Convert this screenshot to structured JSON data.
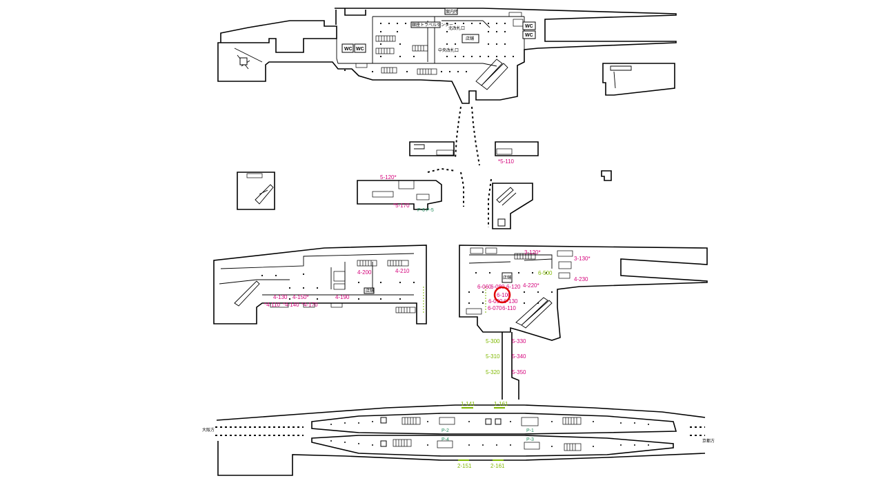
{
  "map": {
    "top": {
      "info": "案内所",
      "north_gate": "北改札口",
      "central_gate": "中央改札口",
      "shop": "店舗",
      "shop2": "銀座トラベルセンター",
      "wc": [
        "WC",
        "WC",
        "WC",
        "WC"
      ]
    },
    "mid_labels": {
      "l_5_110": "*5-110",
      "l_5_120": "5-120*",
      "l_5_170": "*5-170",
      "l_p6p5": "P-6 P-5"
    },
    "lower_left": {
      "l_4_200": "4-200",
      "l_4_210": "4-210",
      "l_4_130": "4-130",
      "l_4_150": "4-150*",
      "l_4_190": "4-190",
      "l_4_110": "*4-110",
      "l_4_140": "*4-140",
      "l_4_170": "*4-170",
      "shop": "店舗"
    },
    "lower_right": {
      "l_3_120": "3-120*",
      "l_3_130": "3-130*",
      "l_4_230": "4-230",
      "l_4_220": "4-220*",
      "l_6_500": "6-500",
      "l_6_060": "6-060",
      "l_6_080": "6-080",
      "l_6_100": "6-100",
      "l_6_120": "6-120",
      "l_6_090": "6-090",
      "l_6_110": "6-110",
      "l_6_070": "6-070",
      "l_6_130": "6-130",
      "shop": "店舗"
    },
    "corridor": {
      "l_5_300": "5-300",
      "l_5_310": "5-310",
      "l_5_320": "5-320",
      "l_5_330": "5-330",
      "l_5_340": "5-340",
      "l_5_350": "5-350"
    },
    "platform": {
      "l_1_141": "1-141",
      "l_1_161": "1-161",
      "l_2_151": "2-151",
      "l_2_161": "2-161",
      "p2": "P-2",
      "p1": "P-1",
      "p4": "P-4",
      "p3": "P-3",
      "left_dir": "大阪方",
      "right_dir": "京都方"
    },
    "colors": {
      "magenta": "#d4007a",
      "green": "#7fb800",
      "teal": "#1e8a5a",
      "marker": "#e00000"
    }
  }
}
